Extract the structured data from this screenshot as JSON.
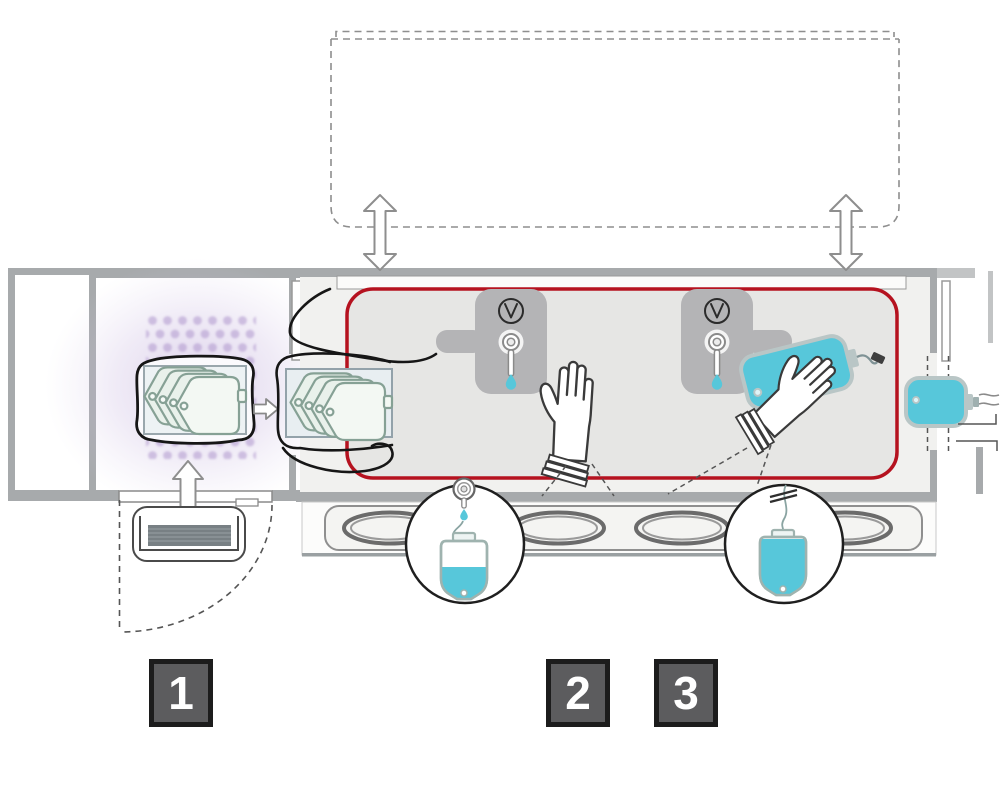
{
  "figure": {
    "kind": "process-diagram",
    "subject": "aseptic-filling-isolator-top-view"
  },
  "steps": [
    {
      "number": "1"
    },
    {
      "number": "2"
    },
    {
      "number": "3"
    }
  ],
  "colors": {
    "red_zone_border": "#b5121f",
    "liquid_cyan": "#57c7da",
    "uv_purple": "#a98fc9",
    "machine_gray": "#a7aaac",
    "station_gray": "#b4b4b6",
    "chamber_fill": "#e6e6e4",
    "chamber_outer_fill": "#f1f1ef",
    "front_band_fill": "#f4f4f2",
    "badge_bg": "#5c5c5e",
    "badge_border": "#1c1c1c",
    "badge_text": "#ffffff"
  },
  "icons": {
    "valve-icon": "circle with V",
    "nozzle-icon": "concentric rings with stem",
    "droplet-icon": "drop",
    "airflow-arrow-icon": "double-headed vertical arrow",
    "load-arrow-icon": "up arrow",
    "transfer-arrow-icon": "right arrow",
    "glove-icon": "glove hand",
    "bag-icon": "iv-bag",
    "clamp-icon": "tube clamp slashes",
    "uv-dots-icon": "dot grid"
  }
}
